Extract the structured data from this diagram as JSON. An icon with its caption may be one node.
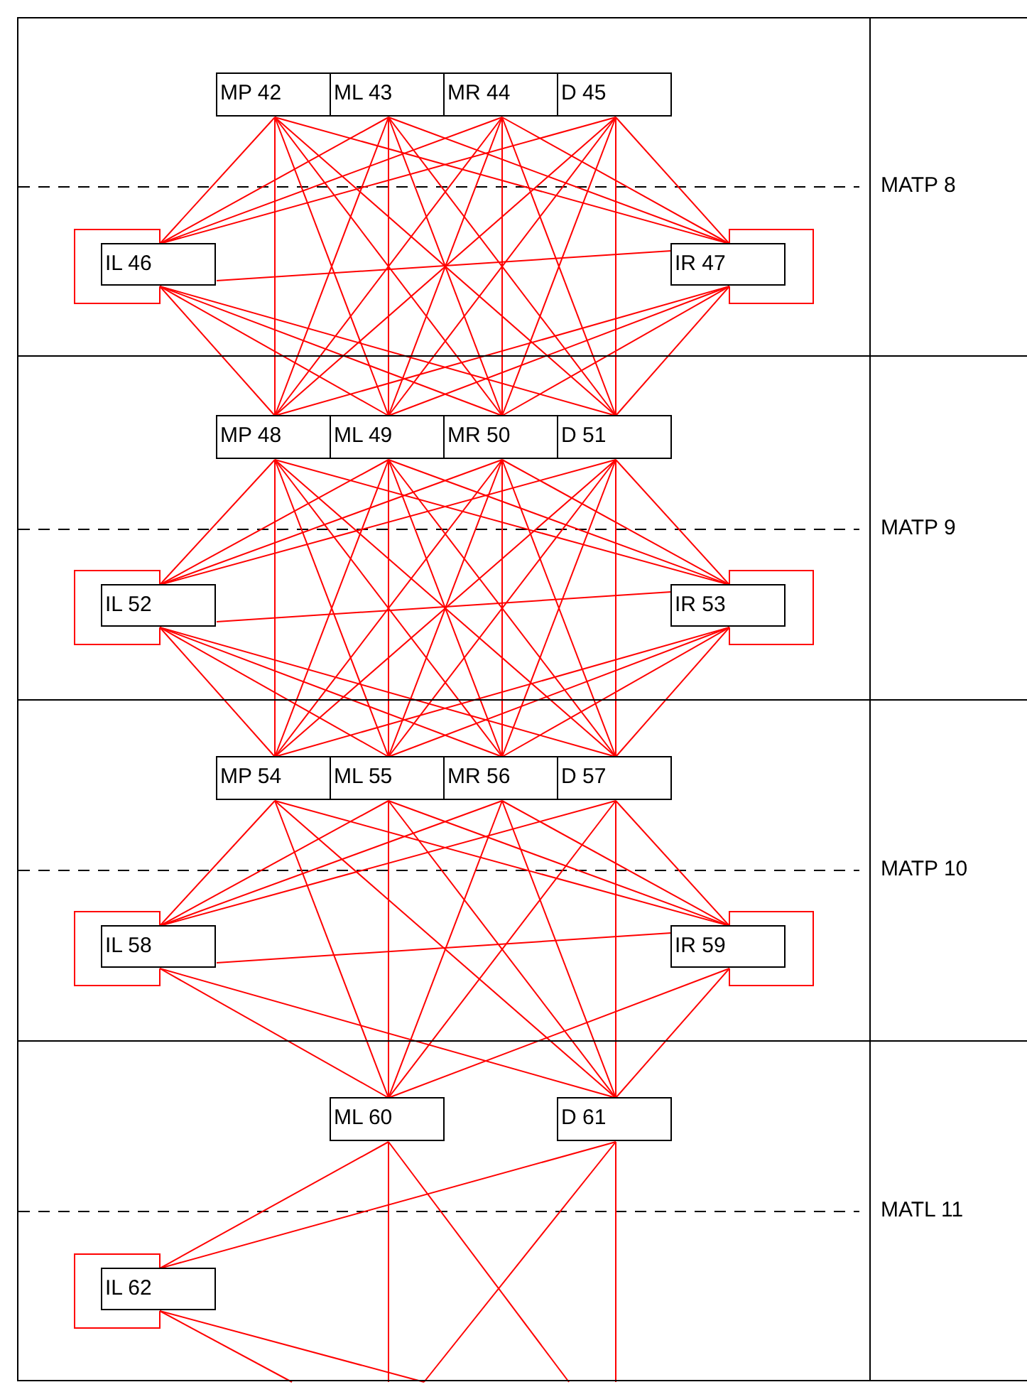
{
  "diagram": {
    "nodes": [
      {
        "text": [
          "MATP 8"
        ]
      },
      {
        "text": [
          "MP 42"
        ],
        "in": 0
      },
      {
        "text": [
          "ML 43"
        ],
        "in": 0
      },
      {
        "text": [
          "MR 44"
        ],
        "in": 0
      },
      {
        "text": [
          "D 45"
        ],
        "in": 0
      },
      {
        "text": [
          "IL 46"
        ],
        "in": 0
      },
      {
        "text": [
          "IR 47"
        ],
        "in": 0
      },
      {
        "text": [
          "MATP 9"
        ]
      },
      {
        "text": [
          "MP 48"
        ],
        "in": 7
      },
      {
        "text": [
          "ML 49"
        ],
        "in": 7
      },
      {
        "text": [
          "MR 50"
        ],
        "in": 7
      },
      {
        "text": [
          "D 51"
        ],
        "in": 7
      },
      {
        "text": [
          "IL 52"
        ],
        "in": 7
      },
      {
        "text": [
          "IR 53"
        ],
        "in": 7
      },
      {
        "text": [
          "MATP 10"
        ]
      },
      {
        "text": [
          "MP 54"
        ],
        "in": 14
      },
      {
        "text": [
          "ML 55"
        ],
        "in": 14
      },
      {
        "text": [
          "MR 56"
        ],
        "in": 14
      },
      {
        "text": [
          "D 57"
        ],
        "in": 14
      },
      {
        "text": [
          "IL 58"
        ],
        "in": 14
      },
      {
        "text": [
          "IR 59"
        ],
        "in": 14
      },
      {
        "text": [
          "MATL 11"
        ]
      },
      {
        "text": [
          "ML 60"
        ],
        "in": 21
      },
      {
        "text": [
          "D 61"
        ],
        "in": 21
      },
      {
        "text": [
          "IL 62"
        ],
        "in": 21
      }
    ],
    "edges": [
      {
        "from": 1,
        "to": 5,
        "arrow": "none"
      },
      {
        "from": 1,
        "to": 6,
        "arrow": "none"
      },
      {
        "from": 1,
        "to": 8,
        "arrow": "none"
      },
      {
        "from": 1,
        "to": 9,
        "arrow": "none"
      },
      {
        "from": 1,
        "to": 10,
        "arrow": "none"
      },
      {
        "from": 1,
        "to": 11,
        "arrow": "none"
      },
      {
        "from": 2,
        "to": 5,
        "arrow": "none"
      },
      {
        "from": 2,
        "to": 6,
        "arrow": "none"
      },
      {
        "from": 2,
        "to": 8,
        "arrow": "none"
      },
      {
        "from": 2,
        "to": 9,
        "arrow": "none"
      },
      {
        "from": 2,
        "to": 10,
        "arrow": "none"
      },
      {
        "from": 2,
        "to": 11,
        "arrow": "none"
      },
      {
        "from": 3,
        "to": 5,
        "arrow": "none"
      },
      {
        "from": 3,
        "to": 6,
        "arrow": "none"
      },
      {
        "from": 3,
        "to": 8,
        "arrow": "none"
      },
      {
        "from": 3,
        "to": 9,
        "arrow": "none"
      },
      {
        "from": 3,
        "to": 10,
        "arrow": "none"
      },
      {
        "from": 3,
        "to": 11,
        "arrow": "none"
      },
      {
        "from": 4,
        "to": 5,
        "arrow": "none"
      },
      {
        "from": 4,
        "to": 6,
        "arrow": "none"
      },
      {
        "from": 4,
        "to": 8,
        "arrow": "none"
      },
      {
        "from": 4,
        "to": 9,
        "arrow": "none"
      },
      {
        "from": 4,
        "to": 10,
        "arrow": "none"
      },
      {
        "from": 4,
        "to": 11,
        "arrow": "none"
      },
      {
        "from": 5,
        "to": 5,
        "arrow": "none"
      },
      {
        "from": 5,
        "to": 6,
        "arrow": "none"
      },
      {
        "from": 5,
        "to": 8,
        "arrow": "none"
      },
      {
        "from": 5,
        "to": 9,
        "arrow": "none"
      },
      {
        "from": 5,
        "to": 10,
        "arrow": "none"
      },
      {
        "from": 5,
        "to": 11,
        "arrow": "none"
      },
      {
        "from": 6,
        "to": 6,
        "arrow": "none"
      },
      {
        "from": 6,
        "to": 8,
        "arrow": "none"
      },
      {
        "from": 6,
        "to": 9,
        "arrow": "none"
      },
      {
        "from": 6,
        "to": 10,
        "arrow": "none"
      },
      {
        "from": 6,
        "to": 11,
        "arrow": "none"
      },
      {
        "from": 8,
        "to": 12,
        "arrow": "none"
      },
      {
        "from": 8,
        "to": 13,
        "arrow": "none"
      },
      {
        "from": 8,
        "to": 15,
        "arrow": "none"
      },
      {
        "from": 8,
        "to": 16,
        "arrow": "none"
      },
      {
        "from": 8,
        "to": 17,
        "arrow": "none"
      },
      {
        "from": 8,
        "to": 18,
        "arrow": "none"
      },
      {
        "from": 9,
        "to": 12,
        "arrow": "none"
      },
      {
        "from": 9,
        "to": 13,
        "arrow": "none"
      },
      {
        "from": 9,
        "to": 15,
        "arrow": "none"
      },
      {
        "from": 9,
        "to": 16,
        "arrow": "none"
      },
      {
        "from": 9,
        "to": 17,
        "arrow": "none"
      },
      {
        "from": 9,
        "to": 18,
        "arrow": "none"
      },
      {
        "from": 10,
        "to": 12,
        "arrow": "none"
      },
      {
        "from": 10,
        "to": 13,
        "arrow": "none"
      },
      {
        "from": 10,
        "to": 15,
        "arrow": "none"
      },
      {
        "from": 10,
        "to": 16,
        "arrow": "none"
      },
      {
        "from": 10,
        "to": 17,
        "arrow": "none"
      },
      {
        "from": 10,
        "to": 18,
        "arrow": "none"
      },
      {
        "from": 11,
        "to": 12,
        "arrow": "none"
      },
      {
        "from": 11,
        "to": 13,
        "arrow": "none"
      },
      {
        "from": 11,
        "to": 15,
        "arrow": "none"
      },
      {
        "from": 11,
        "to": 16,
        "arrow": "none"
      },
      {
        "from": 11,
        "to": 17,
        "arrow": "none"
      },
      {
        "from": 11,
        "to": 18,
        "arrow": "none"
      },
      {
        "from": 12,
        "to": 12,
        "arrow": "none"
      },
      {
        "from": 12,
        "to": 13,
        "arrow": "none"
      },
      {
        "from": 12,
        "to": 15,
        "arrow": "none"
      },
      {
        "from": 12,
        "to": 16,
        "arrow": "none"
      },
      {
        "from": 12,
        "to": 17,
        "arrow": "none"
      },
      {
        "from": 12,
        "to": 18,
        "arrow": "none"
      },
      {
        "from": 13,
        "to": 13,
        "arrow": "none"
      },
      {
        "from": 13,
        "to": 15,
        "arrow": "none"
      },
      {
        "from": 13,
        "to": 16,
        "arrow": "none"
      },
      {
        "from": 13,
        "to": 17,
        "arrow": "none"
      },
      {
        "from": 13,
        "to": 18,
        "arrow": "none"
      },
      {
        "from": 15,
        "to": 19,
        "arrow": "none"
      },
      {
        "from": 15,
        "to": 20,
        "arrow": "none"
      },
      {
        "from": 15,
        "to": 22,
        "arrow": "none"
      },
      {
        "from": 15,
        "to": 23,
        "arrow": "none"
      },
      {
        "from": 16,
        "to": 19,
        "arrow": "none"
      },
      {
        "from": 16,
        "to": 20,
        "arrow": "none"
      },
      {
        "from": 16,
        "to": 22,
        "arrow": "none"
      },
      {
        "from": 16,
        "to": 23,
        "arrow": "none"
      },
      {
        "from": 17,
        "to": 19,
        "arrow": "none"
      },
      {
        "from": 17,
        "to": 20,
        "arrow": "none"
      },
      {
        "from": 17,
        "to": 22,
        "arrow": "none"
      },
      {
        "from": 17,
        "to": 23,
        "arrow": "none"
      },
      {
        "from": 18,
        "to": 19,
        "arrow": "none"
      },
      {
        "from": 18,
        "to": 20,
        "arrow": "none"
      },
      {
        "from": 18,
        "to": 22,
        "arrow": "none"
      },
      {
        "from": 18,
        "to": 23,
        "arrow": "none"
      },
      {
        "from": 19,
        "to": 19,
        "arrow": "none"
      },
      {
        "from": 19,
        "to": 20,
        "arrow": "none"
      },
      {
        "from": 19,
        "to": 22,
        "arrow": "none"
      },
      {
        "from": 19,
        "to": 23,
        "arrow": "none"
      },
      {
        "from": 20,
        "to": 20,
        "arrow": "none"
      },
      {
        "from": 20,
        "to": 22,
        "arrow": "none"
      },
      {
        "from": 20,
        "to": 23,
        "arrow": "none"
      },
      {
        "from": 22,
        "to": 24,
        "arrow": "none"
      },
      {
        "from": 23,
        "to": 24,
        "arrow": "none"
      },
      {
        "from": 24,
        "to": 24,
        "arrow": "none"
      },
      {
        "from": 22,
        "to": null,
        "arrow": "none"
      },
      {
        "from": 22,
        "to": null,
        "arrow": "none"
      },
      {
        "from": 23,
        "to": null,
        "arrow": "none"
      },
      {
        "from": 23,
        "to": null,
        "arrow": "none"
      },
      {
        "from": 24,
        "to": null,
        "arrow": "none"
      },
      {
        "from": 24,
        "to": null,
        "arrow": "none"
      }
    ]
  }
}
